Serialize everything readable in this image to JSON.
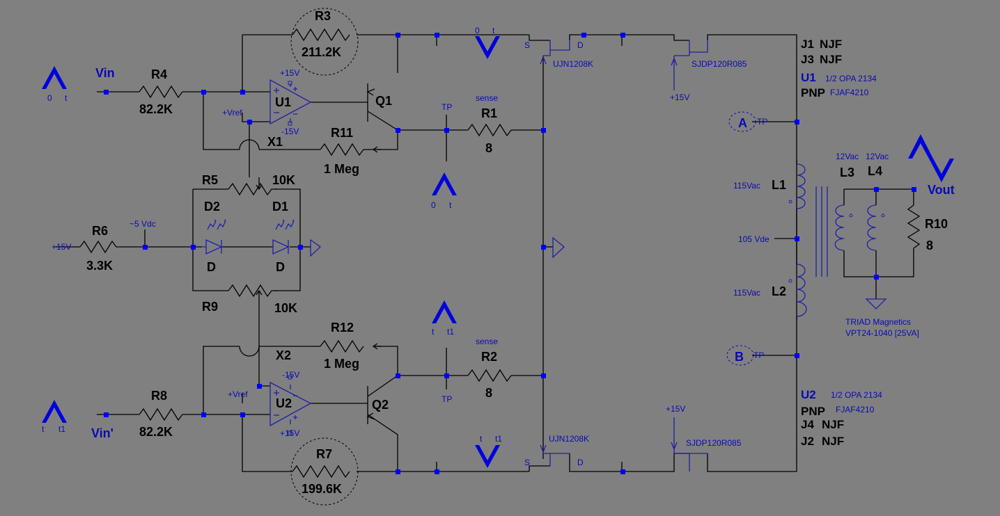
{
  "components": {
    "R3": {
      "ref": "R3",
      "value": "211.2K"
    },
    "R4": {
      "ref": "R4",
      "value": "82.2K"
    },
    "R1": {
      "ref": "R1",
      "value": "8",
      "note": "sense"
    },
    "R11": {
      "ref": "R11",
      "value": "1 Meg"
    },
    "R5": {
      "ref": "R5",
      "value": "10K"
    },
    "R6": {
      "ref": "R6",
      "value": "3.3K"
    },
    "R9": {
      "ref": "R9",
      "value": "10K"
    },
    "R12": {
      "ref": "R12",
      "value": "1 Meg"
    },
    "R2": {
      "ref": "R2",
      "value": "8",
      "note": "sense"
    },
    "R8": {
      "ref": "R8",
      "value": "82.2K"
    },
    "R7": {
      "ref": "R7",
      "value": "199.6K"
    },
    "R10": {
      "ref": "R10",
      "value": "8"
    },
    "U1": {
      "ref": "U1",
      "vpos": "+15V",
      "vneg": "-15V",
      "vref": "+Vref"
    },
    "U2": {
      "ref": "U2",
      "vpos": "+15V",
      "vneg": "-15V",
      "vref": "+Vref"
    },
    "Q1": {
      "ref": "Q1"
    },
    "Q2": {
      "ref": "Q2"
    },
    "X1": {
      "ref": "X1"
    },
    "X2": {
      "ref": "X2"
    },
    "D1": {
      "ref": "D1",
      "value": "D"
    },
    "D2": {
      "ref": "D2",
      "value": "D"
    },
    "J_top_left": {
      "model": "UJN1208K",
      "s": "S",
      "d": "D"
    },
    "J_top_right": {
      "model": "SJDP120R085",
      "supply": "+15V"
    },
    "J_bot_left": {
      "model": "UJN1208K",
      "s": "S",
      "d": "D"
    },
    "J_bot_right": {
      "model": "SJDP120R085",
      "supply": "+15V"
    },
    "L1": {
      "ref": "L1",
      "value": "115Vac"
    },
    "L2": {
      "ref": "L2",
      "value": "115Vac"
    },
    "L3": {
      "ref": "L3",
      "value": "12Vac"
    },
    "L4": {
      "ref": "L4",
      "value": "12Vac"
    }
  },
  "labels": {
    "vin": "Vin",
    "vin_prime": "Vin'",
    "vout": "Vout",
    "plus15v": "+15V",
    "minus5vdc": "~5 Vdc",
    "vdc105": "105 Vde",
    "tp": "TP",
    "node_a": "A",
    "node_b": "B",
    "wave_0": "0",
    "wave_t": "t",
    "wave_t1": "t1"
  },
  "legend_top": {
    "j1": "J1",
    "j1_type": "NJF",
    "j3": "J3",
    "j3_type": "NJF",
    "u1": "U1",
    "u1_desc": "1/2 OPA 2134",
    "pnp": "PNP",
    "pnp_model": "FJAF4210"
  },
  "legend_bottom": {
    "u2": "U2",
    "u2_desc": "1/2 OPA 2134",
    "pnp": "PNP",
    "pnp_model": "FJAF4210",
    "j4": "J4",
    "j4_type": "NJF",
    "j2": "J2",
    "j2_type": "NJF"
  },
  "transformer": {
    "maker": "TRIAD Magnetics",
    "part": "VPT24-1040 [25VA]"
  },
  "colors": {
    "background": "#808080",
    "wire": "#000000",
    "component": "#1f1fa8",
    "junction": "#0000ff"
  }
}
